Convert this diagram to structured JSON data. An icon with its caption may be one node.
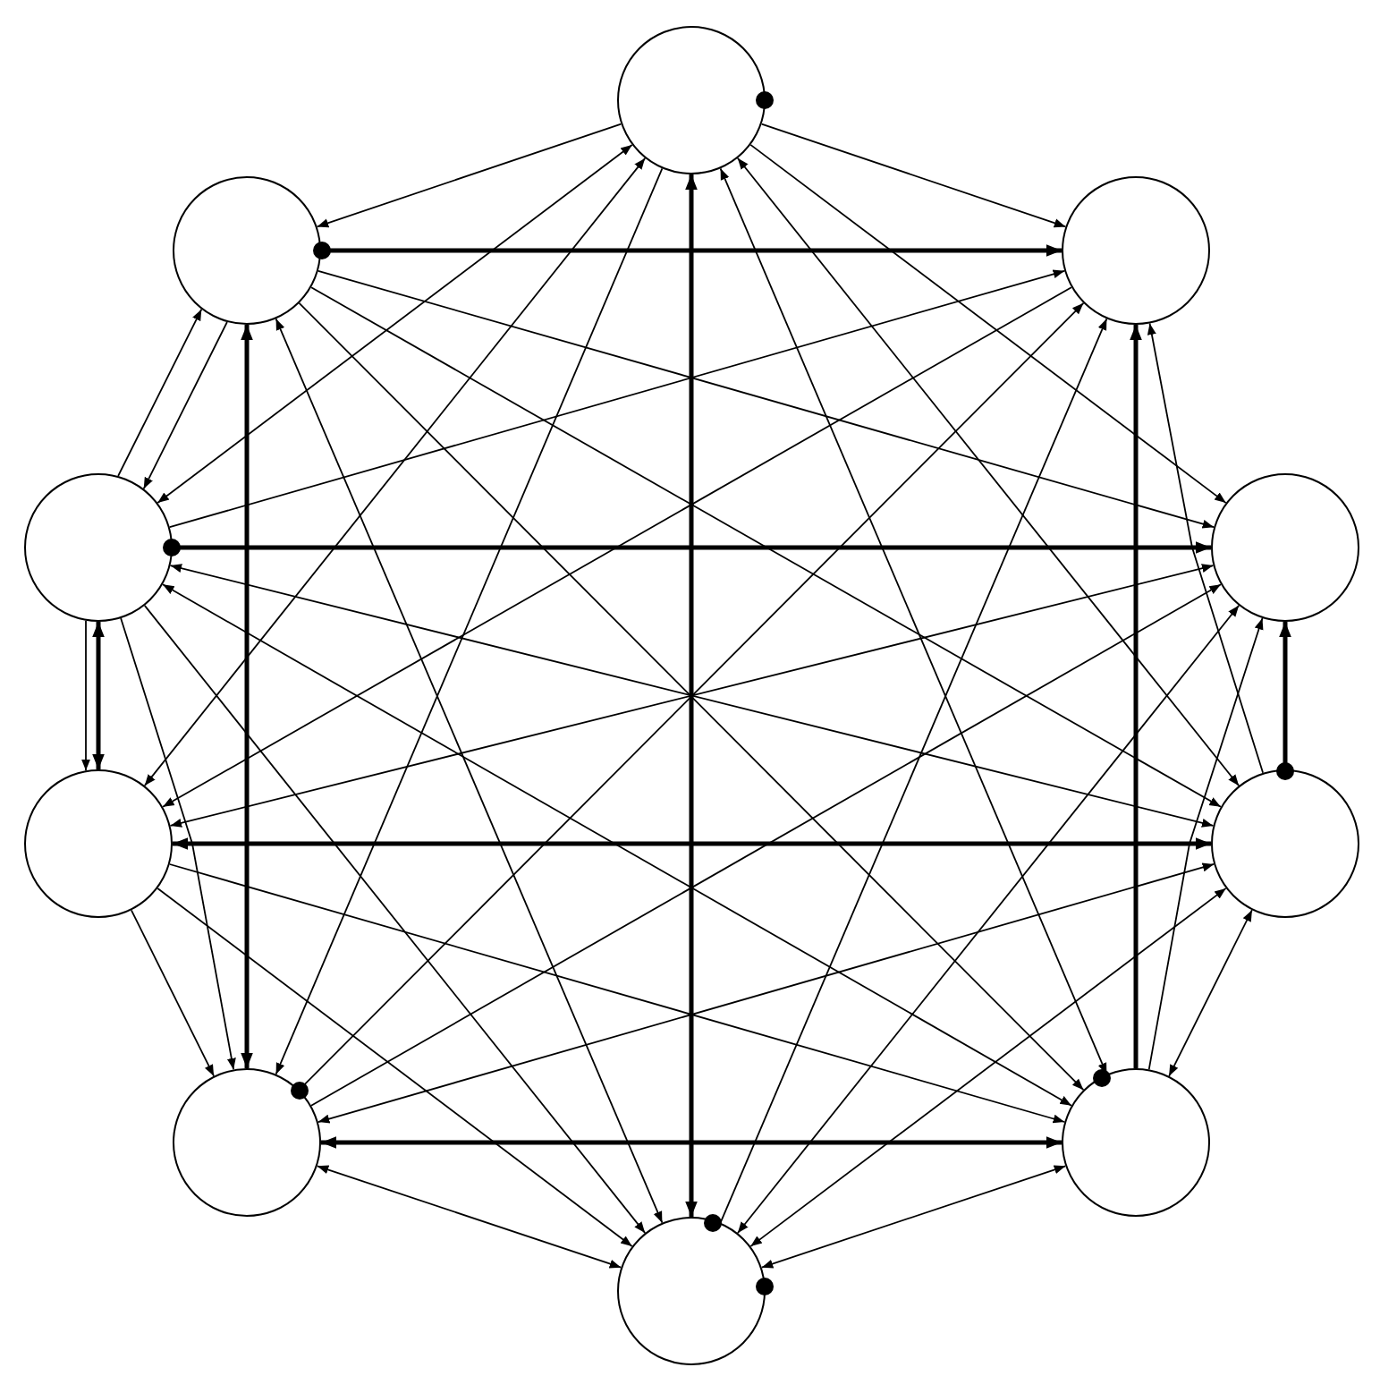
{
  "diagram": {
    "nodes": [
      {
        "text": [],
        "shape": "circle"
      },
      {
        "text": [],
        "shape": "circle"
      },
      {
        "text": [],
        "shape": "circle"
      },
      {
        "text": [],
        "shape": "circle"
      },
      {
        "text": [],
        "shape": "circle"
      },
      {
        "text": [],
        "shape": "circle"
      },
      {
        "text": [],
        "shape": "circle"
      },
      {
        "text": [],
        "shape": "circle"
      },
      {
        "text": [],
        "shape": "circle"
      },
      {
        "text": [],
        "shape": "circle"
      }
    ],
    "edges": [
      {
        "from": 0,
        "to": 2,
        "arrow": "to"
      },
      {
        "from": 0,
        "to": 4,
        "arrow": "to"
      },
      {
        "from": 0,
        "to": 1,
        "arrow": "to"
      },
      {
        "from": 3,
        "to": 0,
        "arrow": "both"
      },
      {
        "from": 5,
        "to": 0,
        "arrow": "both"
      },
      {
        "from": 0,
        "to": 7,
        "arrow": "to"
      },
      {
        "from": 0,
        "to": 9,
        "arrow": "both",
        "style": "thick"
      },
      {
        "from": 0,
        "to": 8,
        "arrow": "both"
      },
      {
        "from": 6,
        "to": 0,
        "arrow": "both"
      },
      {
        "from": 1,
        "to": 2,
        "arrow": "to",
        "style": "thick"
      },
      {
        "from": 1,
        "to": 4,
        "arrow": "to"
      },
      {
        "from": 1,
        "to": 6,
        "arrow": "to"
      },
      {
        "from": 1,
        "to": 8,
        "arrow": "to"
      },
      {
        "from": 1,
        "to": 7,
        "arrow": "both",
        "style": "thick"
      },
      {
        "from": 1,
        "to": 3,
        "arrow": "to"
      },
      {
        "from": 3,
        "to": 1,
        "arrow": "to"
      },
      {
        "from": 1,
        "to": 9,
        "arrow": "both"
      },
      {
        "from": 3,
        "to": 4,
        "arrow": "to",
        "style": "thick"
      },
      {
        "from": 3,
        "to": 2,
        "arrow": "to"
      },
      {
        "from": 3,
        "to": 5,
        "arrow": "both",
        "style": "thick"
      },
      {
        "from": 3,
        "to": 5,
        "arrow": "to"
      },
      {
        "from": 3,
        "to": 7,
        "arrow": "to"
      },
      {
        "from": 3,
        "to": 8,
        "arrow": "both"
      },
      {
        "from": 3,
        "to": 6,
        "arrow": "both"
      },
      {
        "from": 3,
        "to": 9,
        "arrow": "to"
      },
      {
        "from": 4,
        "to": 5,
        "arrow": "both"
      },
      {
        "from": 2,
        "to": 5,
        "arrow": "to"
      },
      {
        "from": 6,
        "to": 5,
        "arrow": "both",
        "style": "thick"
      },
      {
        "from": 5,
        "to": 7,
        "arrow": "to"
      },
      {
        "from": 5,
        "to": 8,
        "arrow": "to"
      },
      {
        "from": 5,
        "to": 9,
        "arrow": "to"
      },
      {
        "from": 7,
        "to": 2,
        "arrow": "to"
      },
      {
        "from": 7,
        "to": 4,
        "arrow": "to"
      },
      {
        "from": 7,
        "to": 8,
        "arrow": "both",
        "style": "thick"
      },
      {
        "from": 7,
        "to": 9,
        "arrow": "both"
      },
      {
        "from": 7,
        "to": 6,
        "arrow": "both"
      },
      {
        "from": 9,
        "to": 2,
        "arrow": "to"
      },
      {
        "from": 9,
        "to": 8,
        "arrow": "both"
      },
      {
        "from": 9,
        "to": 6,
        "arrow": "both"
      },
      {
        "from": 9,
        "to": 4,
        "arrow": "both"
      },
      {
        "from": 8,
        "to": 2,
        "arrow": "to",
        "style": "thick"
      },
      {
        "from": 8,
        "to": 4,
        "arrow": "to"
      },
      {
        "from": 6,
        "to": 4,
        "arrow": "to",
        "style": "thick"
      },
      {
        "from": 6,
        "to": 2,
        "arrow": "to"
      },
      {
        "from": 8,
        "to": 6,
        "arrow": "both"
      }
    ]
  }
}
